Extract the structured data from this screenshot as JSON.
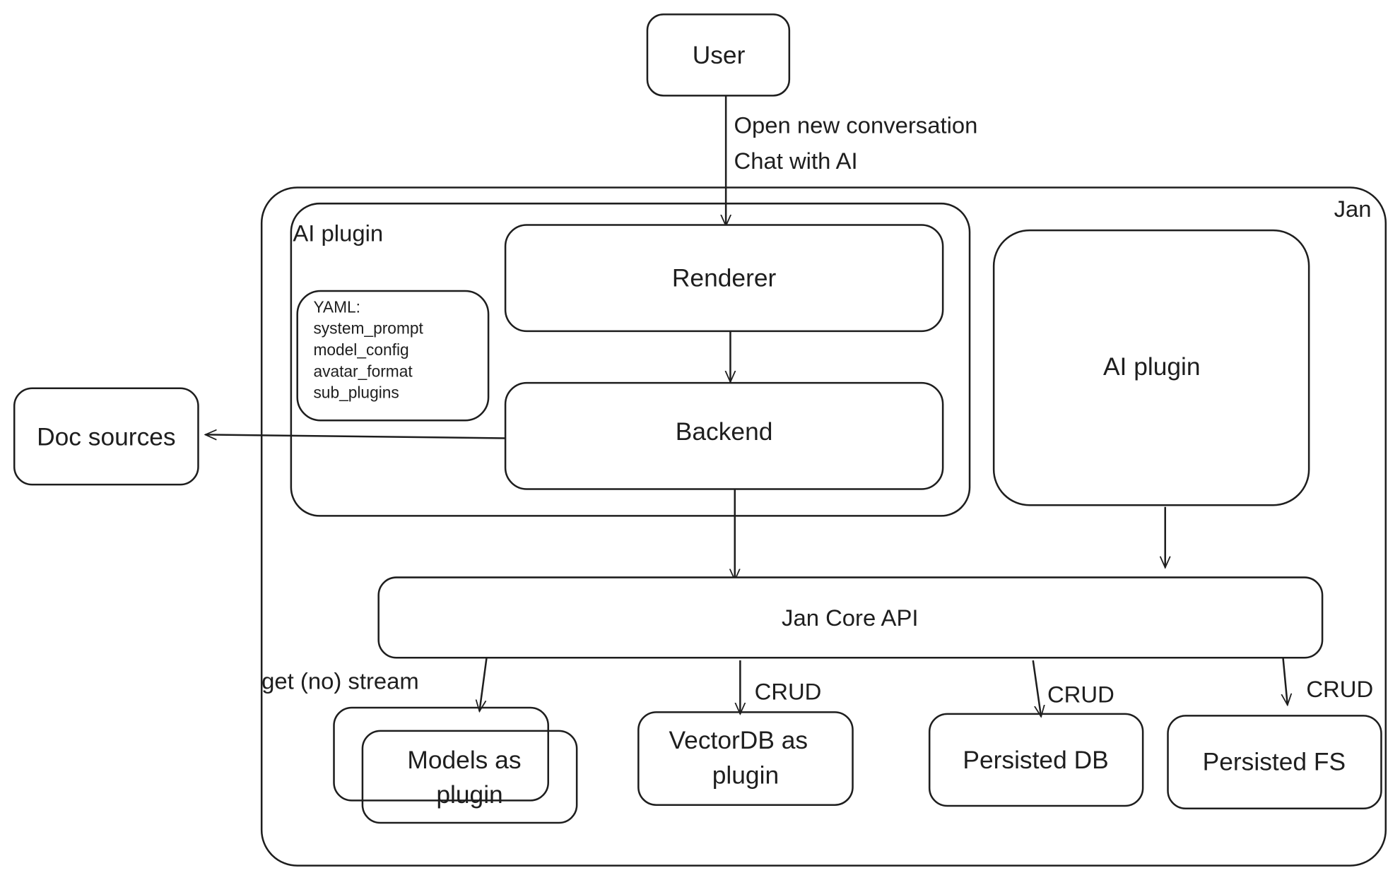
{
  "colors": {
    "stroke": "#1e1e1e",
    "background": "#ffffff"
  },
  "nodes": {
    "user": "User",
    "jan": "Jan",
    "ai_plugin_group": "AI plugin",
    "renderer": "Renderer",
    "backend": "Backend",
    "yaml": [
      "YAML:",
      "system_prompt",
      "model_config",
      "avatar_format",
      "sub_plugins"
    ],
    "doc_sources": "Doc sources",
    "ai_plugin_right": "AI plugin",
    "core_api": "Jan Core API",
    "models": [
      "Models as",
      "plugin"
    ],
    "vectordb": [
      "VectorDB as",
      "plugin"
    ],
    "persisted_db": "Persisted DB",
    "persisted_fs": "Persisted FS"
  },
  "edges": {
    "user_to_renderer": [
      "Open new conversation",
      "Chat with AI"
    ],
    "core_to_models": "get (no) stream",
    "core_to_vectordb": "CRUD",
    "core_to_db": "CRUD",
    "core_to_fs": "CRUD"
  }
}
